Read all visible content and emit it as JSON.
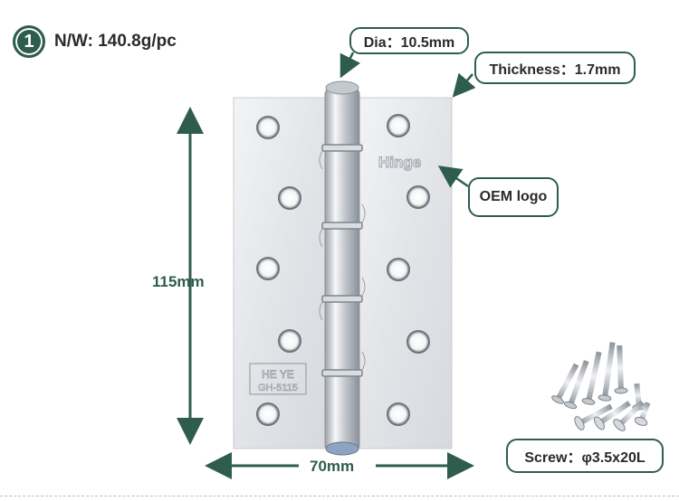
{
  "header": {
    "badge_number": "1",
    "net_weight": "N/W: 140.8g/pc"
  },
  "callouts": {
    "dia": "Dia：10.5mm",
    "thickness": "Thickness：1.7mm",
    "oem_logo": "OEM logo",
    "screw": "Screw：φ3.5x20L"
  },
  "dimensions": {
    "height": "115mm",
    "width": "70mm"
  },
  "product": {
    "logo_text": "Hinge",
    "stamp_line1": "HE YE",
    "stamp_line2": "GH-5115"
  },
  "colors": {
    "accent": "#2f5d4b",
    "plate": "#e4e6ea"
  }
}
